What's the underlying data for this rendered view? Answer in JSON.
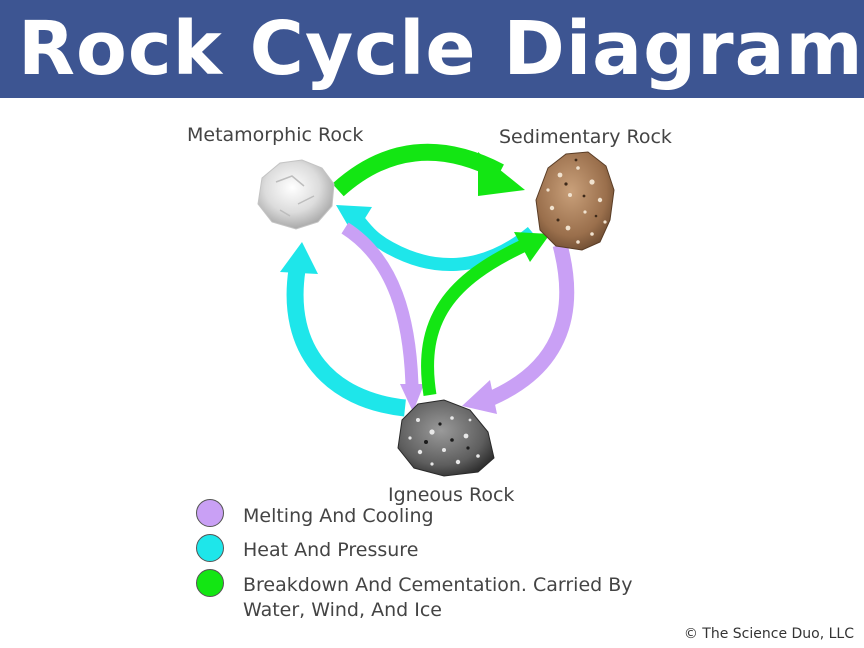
{
  "header": {
    "title": "Rock Cycle Diagram"
  },
  "rocks": {
    "metamorphic": "Metamorphic Rock",
    "sedimentary": "Sedimentary Rock",
    "igneous": "Igneous Rock"
  },
  "legend": [
    {
      "label": "Melting And Cooling",
      "color": "#c9a0f5"
    },
    {
      "label": "Heat And Pressure",
      "color": "#1ee6ea"
    },
    {
      "label_line1": "Breakdown And Cementation. Carried By",
      "label_line2": "Water, Wind, And Ice",
      "color": "#13e613"
    }
  ],
  "colors": {
    "header_bg": "#3d5592",
    "melting_cooling": "#c9a0f5",
    "heat_pressure": "#1ee6ea",
    "breakdown_cementation": "#13e613"
  },
  "copyright": "© The Science Duo, LLC"
}
